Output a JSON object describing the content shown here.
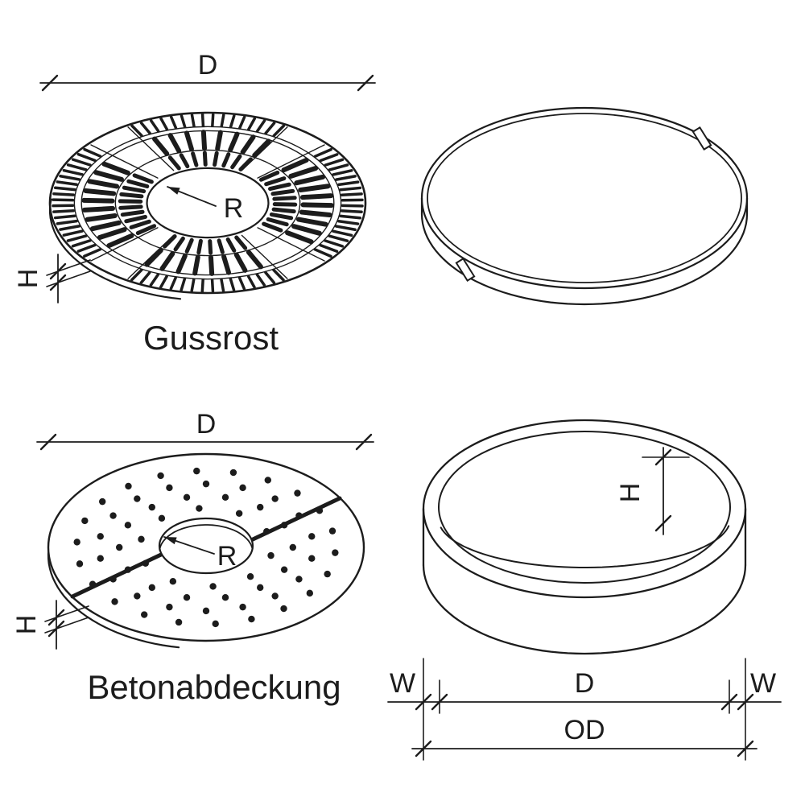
{
  "page": {
    "background": "#ffffff",
    "line_color": "#1c1c1c"
  },
  "gussrost": {
    "caption": "Gussrost",
    "dim_d": "D",
    "dim_r": "R",
    "dim_h": "H"
  },
  "betonabdeckung": {
    "caption": "Betonabdeckung",
    "dim_d": "D",
    "dim_r": "R",
    "dim_h": "H"
  },
  "concrete_ring": {
    "dim_h": "H",
    "dim_w_left": "W",
    "dim_d": "D",
    "dim_w_right": "W",
    "dim_od": "OD"
  }
}
